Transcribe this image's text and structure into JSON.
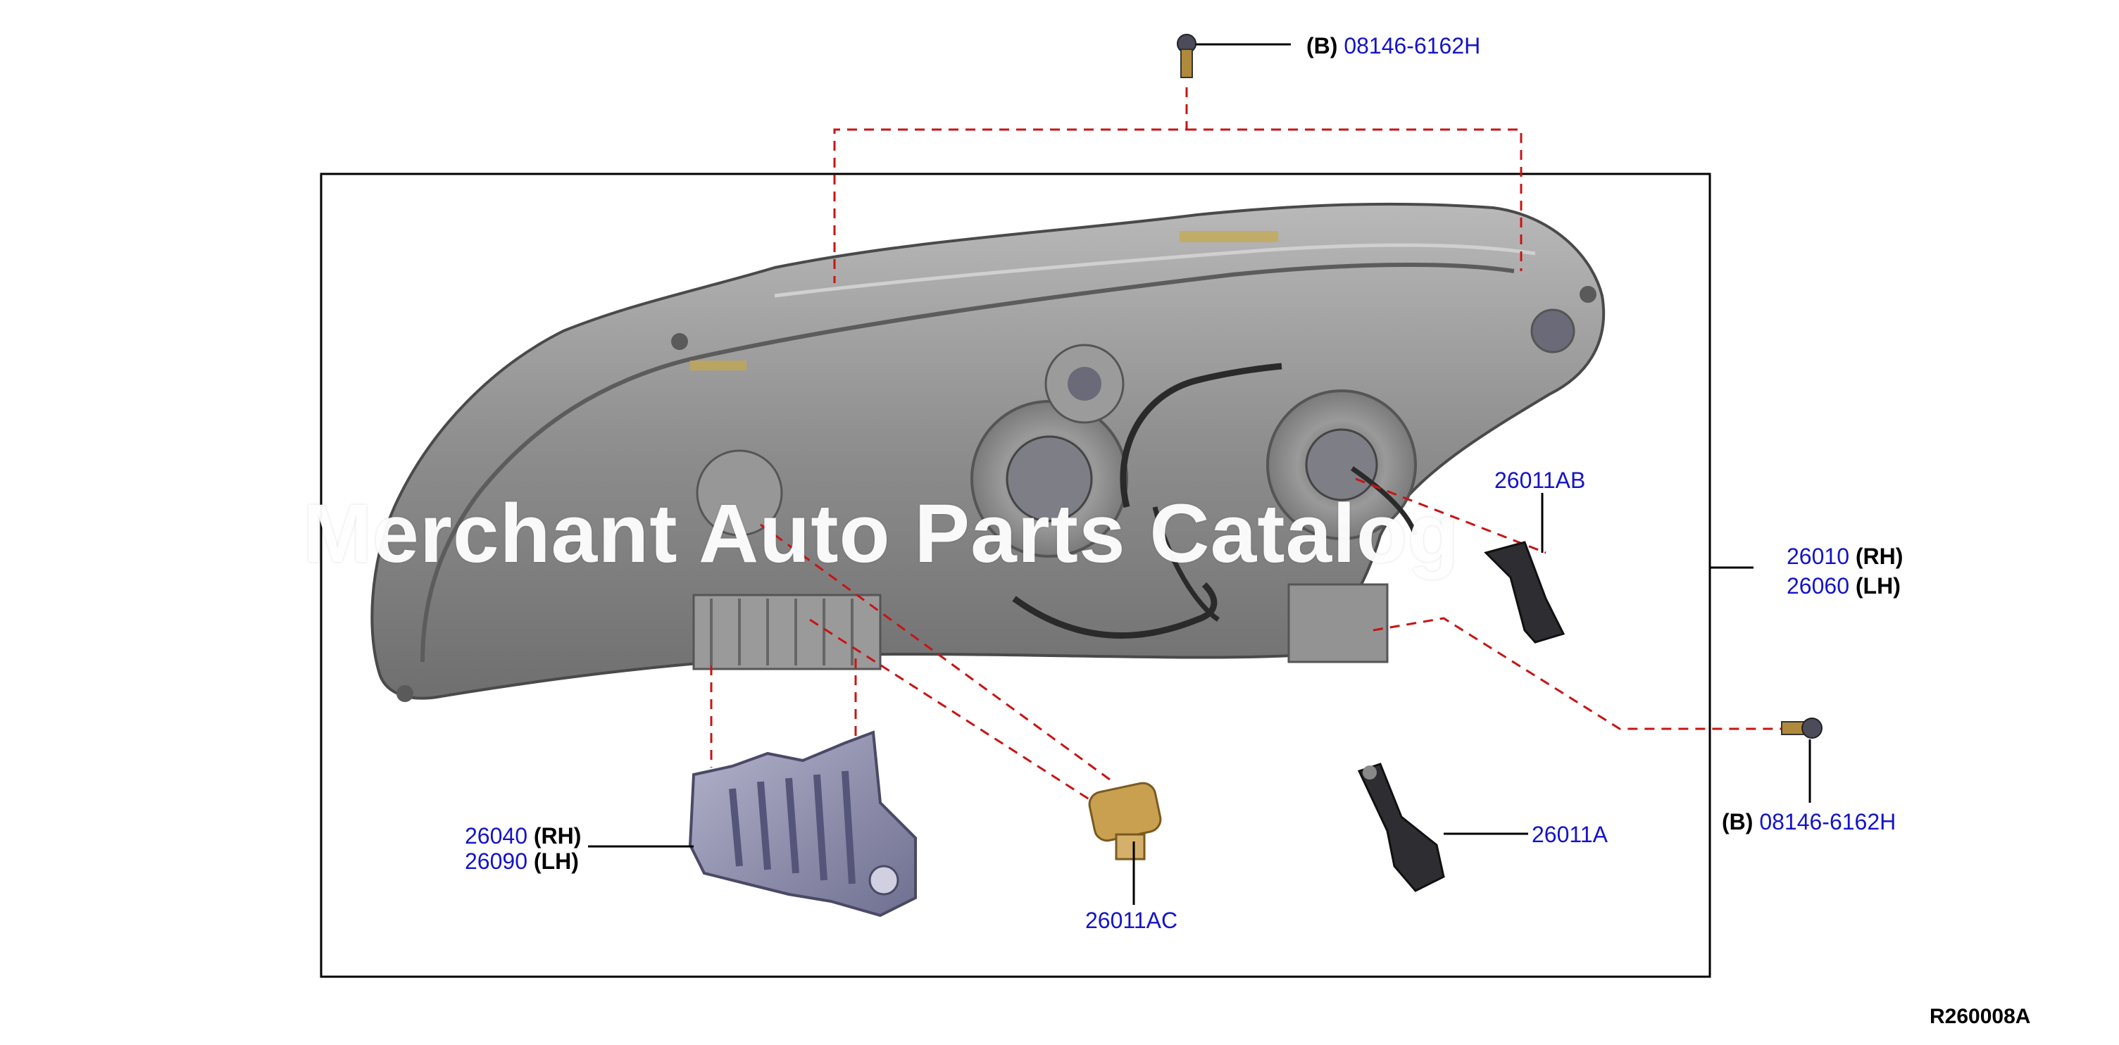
{
  "parts": {
    "bolt_top": {
      "qualifier": "(B)",
      "part_no": "08146-6162H"
    },
    "bolt_right": {
      "qualifier": "(B)",
      "part_no": "08146-6162H"
    },
    "bulb_ab": {
      "part_no": "26011AB"
    },
    "bulb_a": {
      "part_no": "26011A"
    },
    "bulb_ac": {
      "part_no": "26011AC"
    },
    "headlamp_rh": {
      "part_no": "26010",
      "side": "(RH)"
    },
    "headlamp_lh": {
      "part_no": "26060",
      "side": "(LH)"
    },
    "bracket_rh": {
      "part_no": "26040",
      "side": "(RH)"
    },
    "bracket_lh": {
      "part_no": "26090",
      "side": "(LH)"
    }
  },
  "watermark": "Merchant Auto Parts Catalog",
  "diagram_code": "R260008A",
  "colors": {
    "part_number": "#1414c8",
    "leader": "#000000",
    "dash": "#c81414",
    "housing": "#8a8a8a",
    "bracket": "#8a8aa8",
    "amber_bulb": "#c8a050"
  }
}
